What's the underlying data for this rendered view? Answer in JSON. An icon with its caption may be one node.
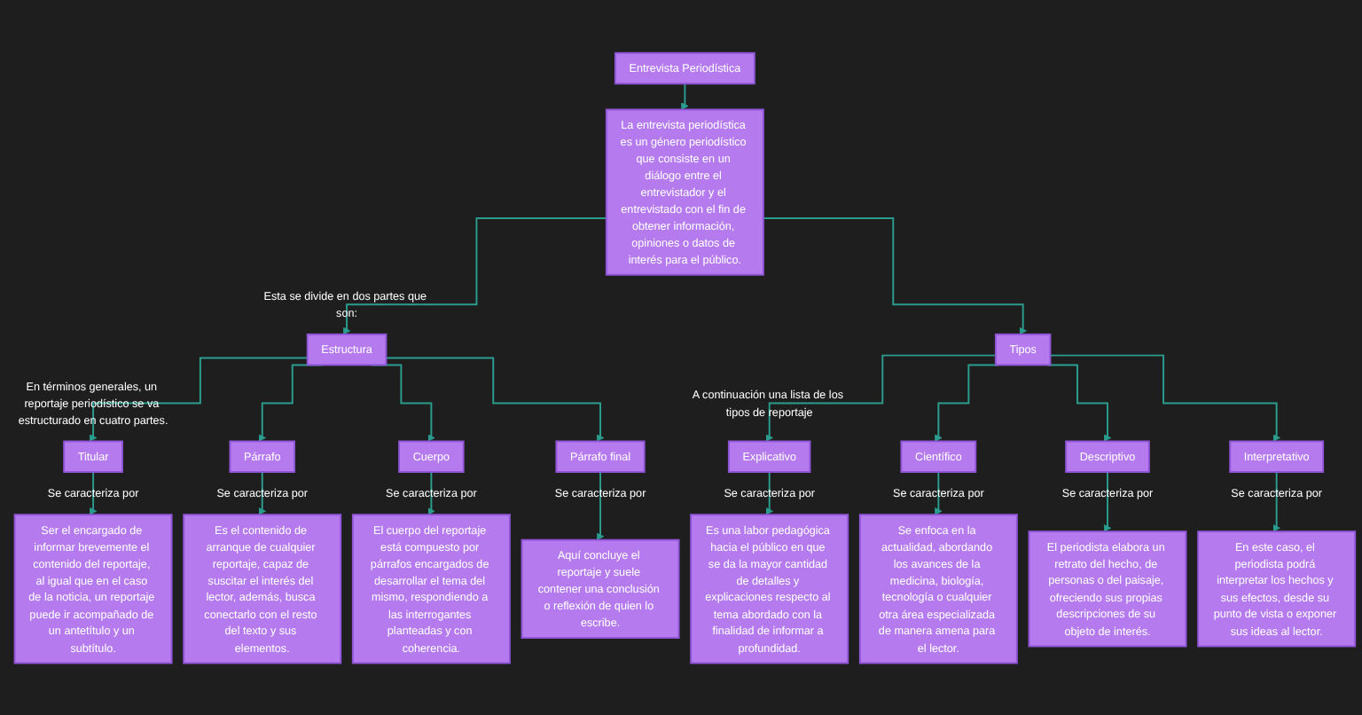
{
  "diagram": {
    "nodes": [
      {
        "text": [
          "Entrevista Periodística"
        ]
      },
      {
        "text": [
          "La entrevista periodística es un género periodístico que consiste en un diálogo entre el entrevistador y el entrevistado con el fin de obtener información, opiniones o datos de interés para el público."
        ]
      },
      {
        "text": [
          "Estructura"
        ]
      },
      {
        "text": [
          "Tipos"
        ]
      },
      {
        "text": [
          "Titular"
        ]
      },
      {
        "text": [
          "Párrafo"
        ]
      },
      {
        "text": [
          "Cuerpo"
        ]
      },
      {
        "text": [
          "Párrafo final"
        ]
      },
      {
        "text": [
          "Explicativo"
        ]
      },
      {
        "text": [
          "Científico"
        ]
      },
      {
        "text": [
          "Descriptivo"
        ]
      },
      {
        "text": [
          "Interpretativo"
        ]
      },
      {
        "text": [
          "Ser el encargado de informar brevemente el contenido del reportaje, al igual que en el caso de la noticia, un reportaje puede ir acompañado de un antetítulo y un subtítulo."
        ]
      },
      {
        "text": [
          "Es el contenido de arranque de cualquier reportaje, capaz de suscitar el interés del lector, además, busca conectarlo con el resto del texto y sus elementos."
        ]
      },
      {
        "text": [
          "El cuerpo del reportaje está compuesto por párrafos encargados de desarrollar el tema del mismo, respondiendo a las interrogantes planteadas y con coherencia."
        ]
      },
      {
        "text": [
          "Aquí concluye el reportaje y suele contener una conclusión o reflexión de quien lo escribe."
        ]
      },
      {
        "text": [
          "Es una labor pedagógica hacia el público en que se da la mayor cantidad de detalles y explicaciones respecto al tema abordado con la finalidad de informar a profundidad."
        ]
      },
      {
        "text": [
          "Se enfoca en la actualidad, abordando los avances de la medicina, biología, tecnología o cualquier otra área especializada de manera amena para el lector."
        ]
      },
      {
        "text": [
          "El periodista elabora un retrato del hecho, de personas o del paisaje, ofreciendo sus propias descripciones de su objeto de interés."
        ]
      },
      {
        "text": [
          "En este caso, el periodista podrá interpretar los hechos y sus efectos, desde su punto de vista o exponer sus ideas al lector."
        ]
      }
    ],
    "edges": [
      {
        "from": 0,
        "to": 1,
        "arrow": "to"
      },
      {
        "from": 1,
        "to": 2,
        "arrow": "to",
        "label": "Esta se divide en dos partes que son:"
      },
      {
        "from": 1,
        "to": 3,
        "arrow": "to"
      },
      {
        "from": 2,
        "to": 4,
        "arrow": "to",
        "label": "En términos generales, un reportaje periodístico se va estructurado en cuatro partes."
      },
      {
        "from": 2,
        "to": 5,
        "arrow": "to"
      },
      {
        "from": 2,
        "to": 6,
        "arrow": "to"
      },
      {
        "from": 2,
        "to": 7,
        "arrow": "to"
      },
      {
        "from": 3,
        "to": 8,
        "arrow": "to",
        "label": "A continuación una lista de los tipos de reportaje"
      },
      {
        "from": 3,
        "to": 9,
        "arrow": "to"
      },
      {
        "from": 3,
        "to": 10,
        "arrow": "to"
      },
      {
        "from": 3,
        "to": 11,
        "arrow": "to"
      },
      {
        "from": 4,
        "to": 12,
        "arrow": "to",
        "label": "Se caracteriza por"
      },
      {
        "from": 5,
        "to": 13,
        "arrow": "to",
        "label": "Se caracteriza por"
      },
      {
        "from": 6,
        "to": 14,
        "arrow": "to",
        "label": "Se caracteriza por"
      },
      {
        "from": 7,
        "to": 15,
        "arrow": "to",
        "label": "Se caracteriza por"
      },
      {
        "from": 8,
        "to": 16,
        "arrow": "to",
        "label": "Se caracteriza por"
      },
      {
        "from": 9,
        "to": 17,
        "arrow": "to",
        "label": "Se caracteriza por"
      },
      {
        "from": 10,
        "to": 18,
        "arrow": "to",
        "label": "Se caracteriza por"
      },
      {
        "from": 11,
        "to": 19,
        "arrow": "to",
        "label": "Se caracteriza por"
      }
    ]
  }
}
